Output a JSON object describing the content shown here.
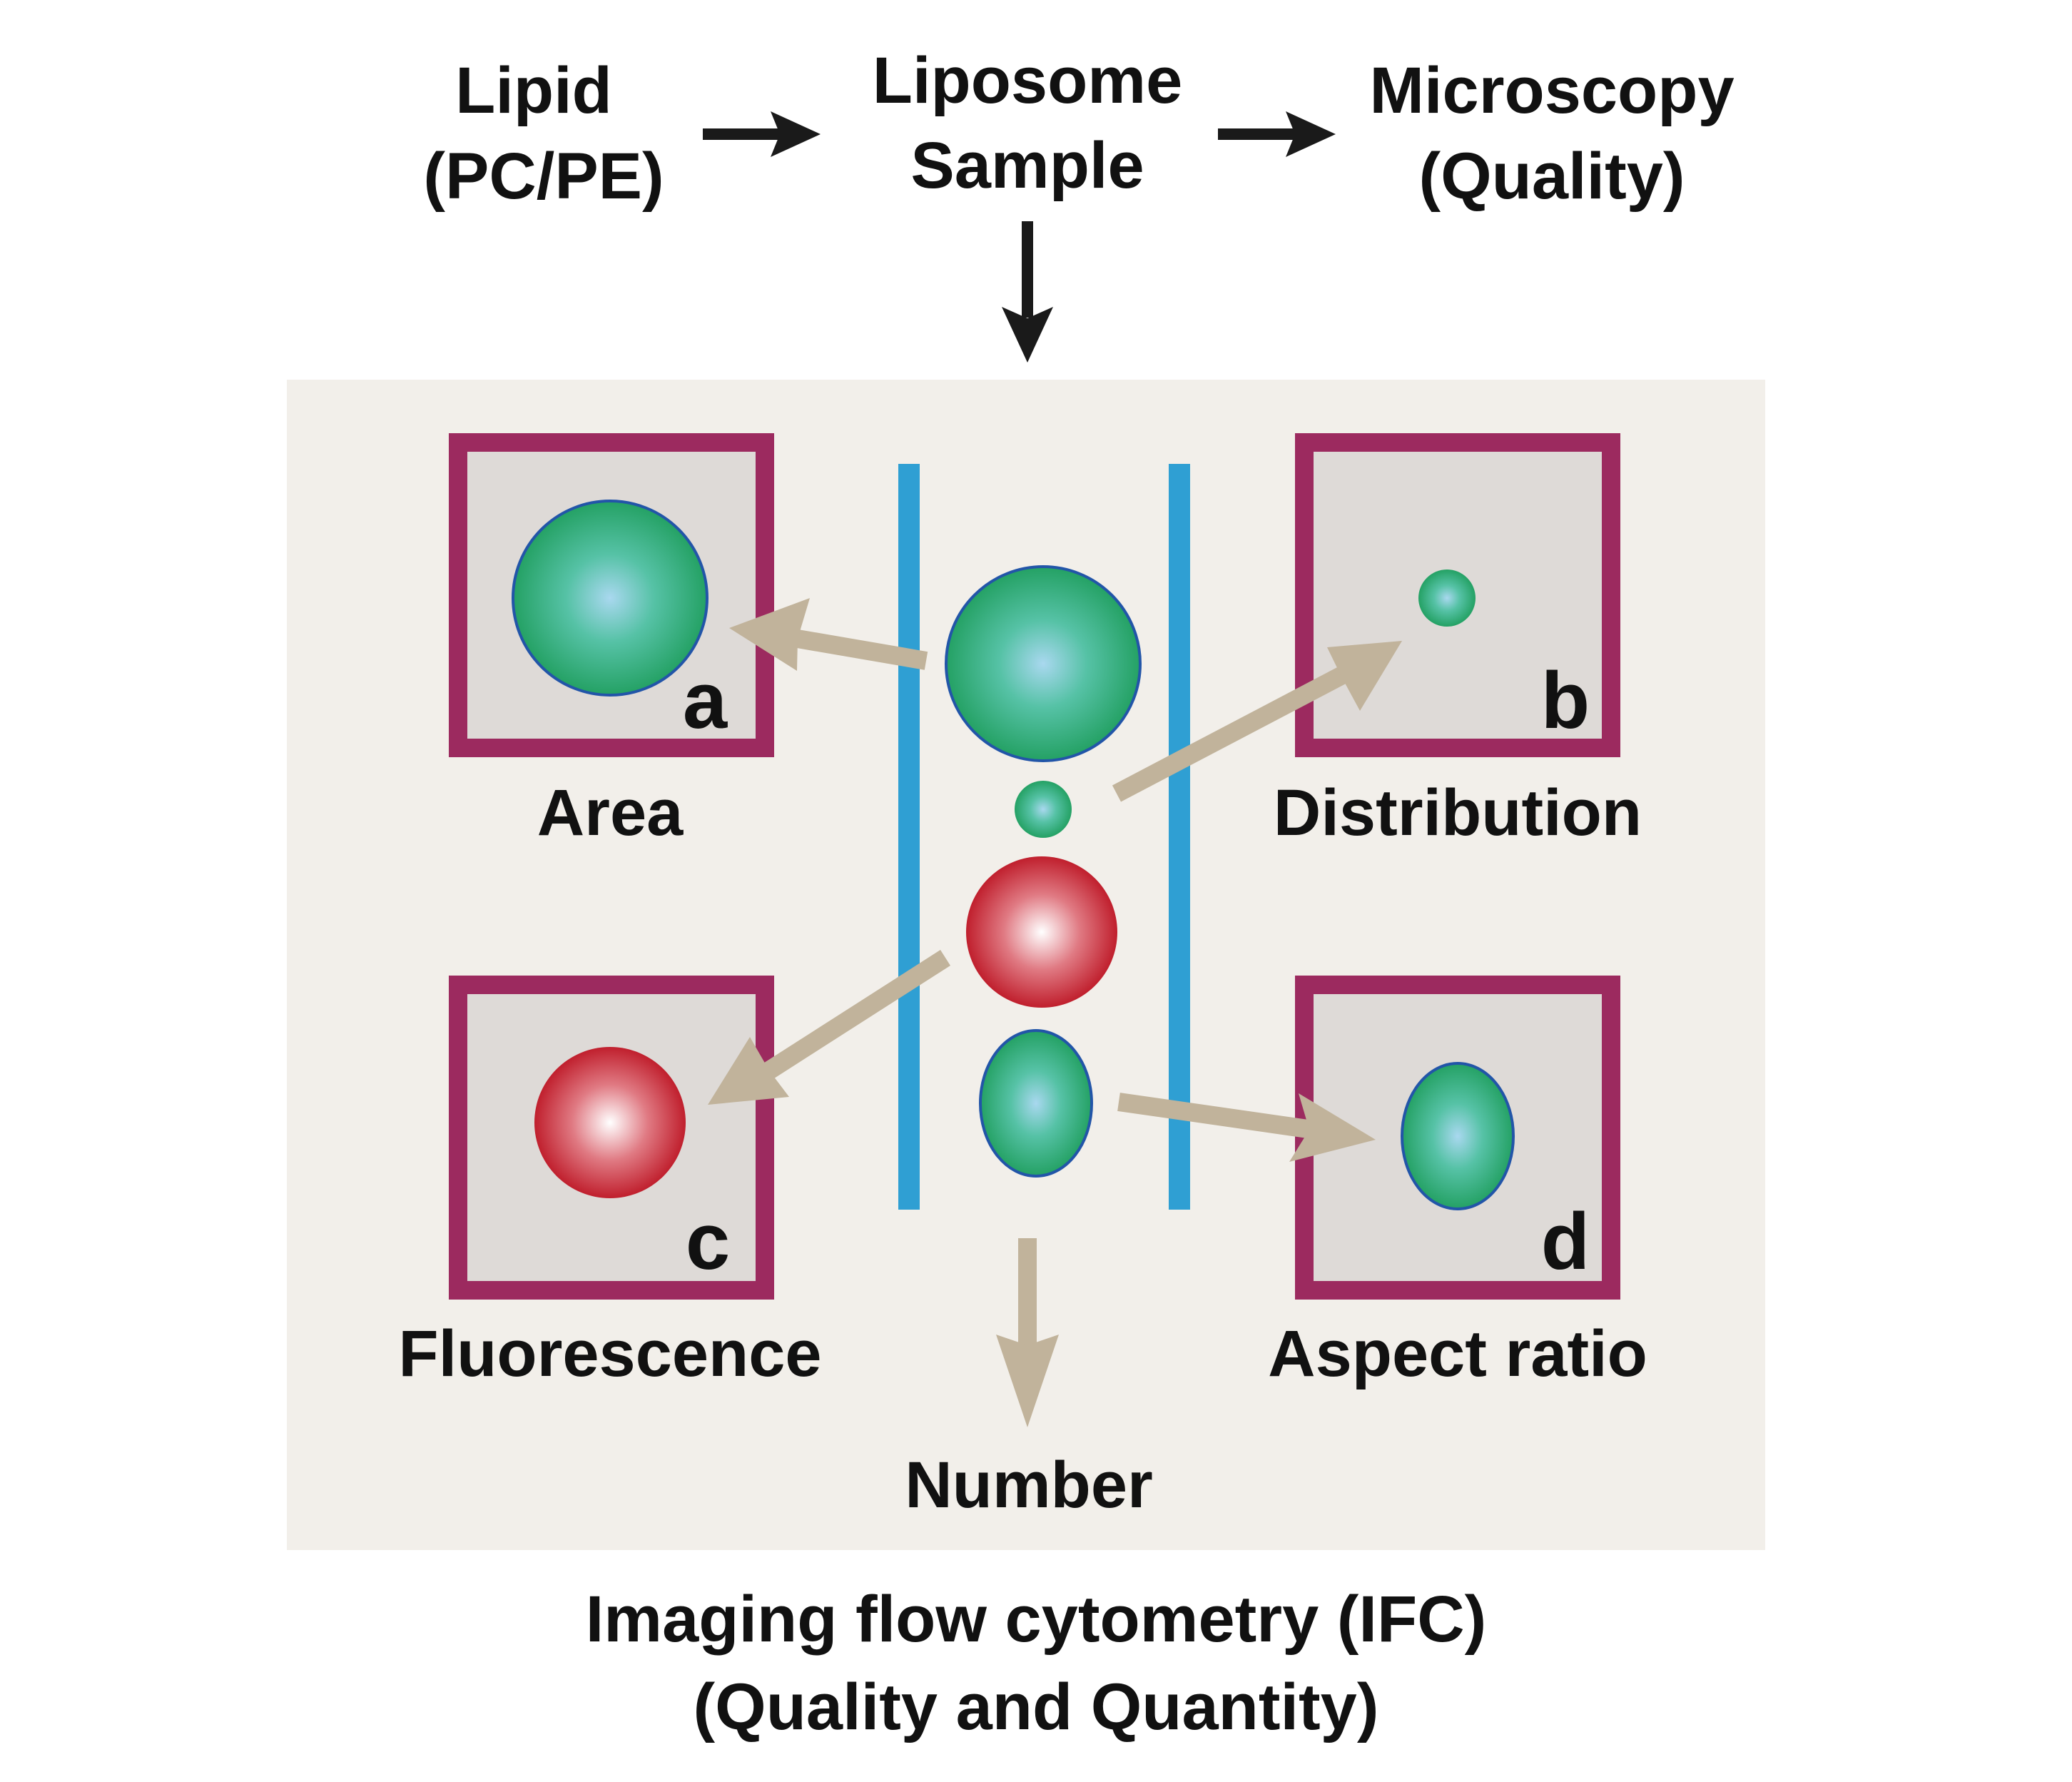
{
  "flow": {
    "lipid_line1": "Lipid",
    "lipid_line2": "(PC/PE)",
    "liposome_line1": "Liposome",
    "liposome_line2": "Sample",
    "microscopy_line1": "Microscopy",
    "microscopy_line2": "(Quality)"
  },
  "panels": {
    "a": {
      "letter": "a",
      "caption": "Area"
    },
    "b": {
      "letter": "b",
      "caption": "Distribution"
    },
    "c": {
      "letter": "c",
      "caption": "Fluorescence"
    },
    "d": {
      "letter": "d",
      "caption": "Aspect ratio"
    }
  },
  "number_label": "Number",
  "footer": {
    "line1": "Imaging flow cytometry (IFC)",
    "line2": "(Quality and Quantity)"
  },
  "colors": {
    "panel_background": "#f2efea",
    "inset_fill": "#dedad7",
    "inset_border": "#9c2a5f",
    "channel": "#2f9fd3",
    "tan_arrow": "#c1b39b",
    "black_arrow": "#1a1a1a",
    "green_bead": "#2aa367",
    "red_bead": "#c32330"
  }
}
